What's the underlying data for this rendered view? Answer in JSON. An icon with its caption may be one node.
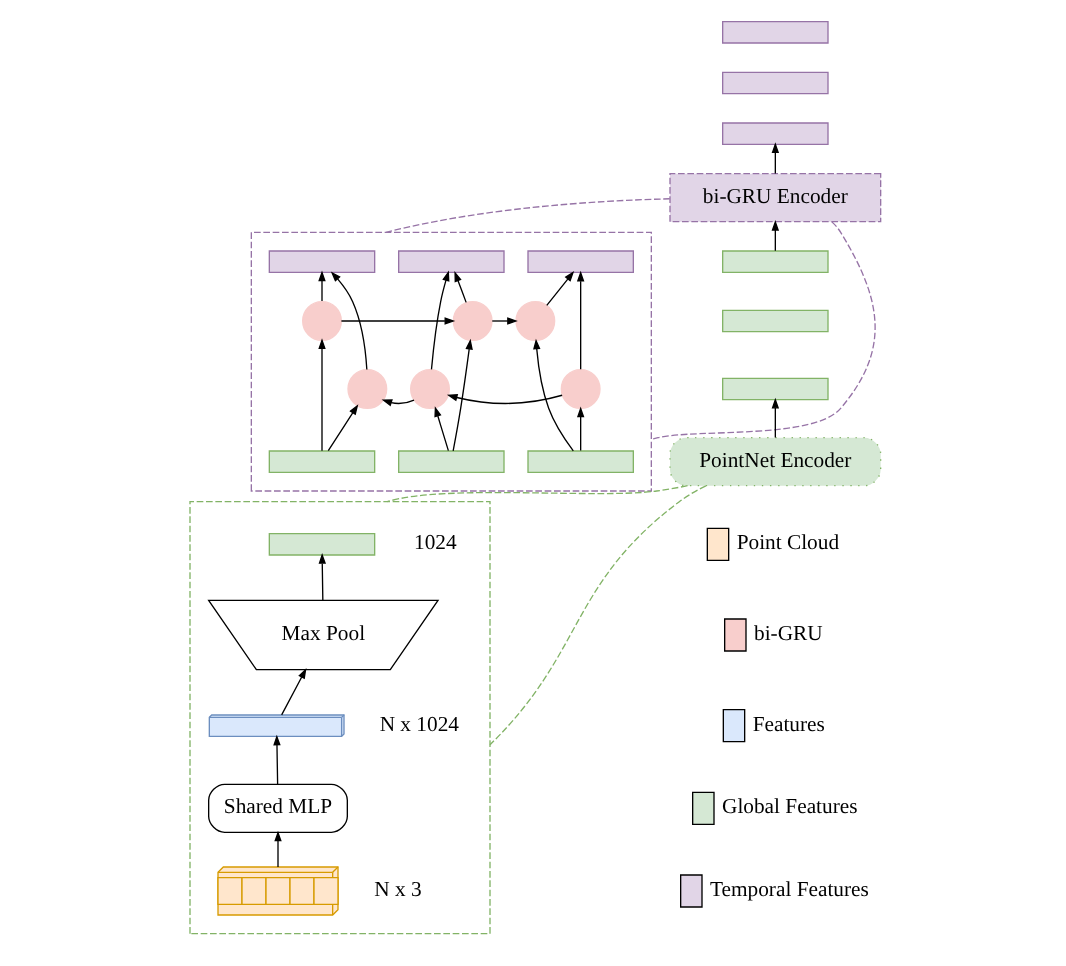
{
  "diagram": {
    "nodes": [
      {
        "text": [],
        "shape": "box"
      },
      {
        "text": [],
        "shape": "box"
      },
      {
        "text": [],
        "shape": "box"
      },
      {
        "text": [
          "bi-GRU Encoder"
        ]
      },
      {
        "text": [],
        "shape": "box"
      },
      {
        "text": [],
        "shape": "box"
      },
      {
        "text": [],
        "shape": "box"
      },
      {
        "text": [
          "PointNet Encoder"
        ]
      },
      {
        "text": [],
        "shape": "box"
      },
      {
        "text": [],
        "shape": "box",
        "in": 8
      },
      {
        "text": [],
        "shape": "box",
        "in": 8
      },
      {
        "text": [],
        "shape": "box",
        "in": 8
      },
      {
        "text": [],
        "shape": "circle",
        "in": 8
      },
      {
        "text": [],
        "shape": "circle",
        "in": 8
      },
      {
        "text": [],
        "shape": "circle",
        "in": 8
      },
      {
        "text": [],
        "shape": "circle",
        "in": 8
      },
      {
        "text": [],
        "shape": "circle",
        "in": 8
      },
      {
        "text": [],
        "shape": "circle",
        "in": 8
      },
      {
        "text": [],
        "shape": "box",
        "in": 8
      },
      {
        "text": [],
        "shape": "box",
        "in": 8
      },
      {
        "text": [],
        "shape": "box",
        "in": 8
      },
      {
        "text": [],
        "shape": "box"
      },
      {
        "text": [],
        "shape": "box",
        "in": 21,
        "beside": [
          "1024"
        ]
      },
      {
        "text": [
          "Max Pool"
        ],
        "in": 21
      },
      {
        "text": [],
        "shape": "box",
        "in": 21,
        "beside": [
          "N x 1024"
        ]
      },
      {
        "text": [
          "Shared MLP"
        ],
        "in": 21
      },
      {
        "text": [],
        "shape": "box",
        "in": 21,
        "beside": [
          "N x 3"
        ]
      }
    ],
    "edges": [
      {
        "from": 3,
        "to": 2,
        "arrow": "to"
      },
      {
        "from": 4,
        "to": 3,
        "arrow": "to"
      },
      {
        "from": 7,
        "to": 6,
        "arrow": "to"
      },
      {
        "from": 3,
        "to": 8,
        "arrow": "none",
        "style": "dashed",
        "color": "#9673a6"
      },
      {
        "from": 3,
        "to": 8,
        "arrow": "none",
        "style": "dashed",
        "color": "#9673a6"
      },
      {
        "from": 18,
        "to": 15,
        "arrow": "to"
      },
      {
        "from": 18,
        "to": 12,
        "arrow": "to"
      },
      {
        "from": 12,
        "to": 9,
        "arrow": "to"
      },
      {
        "from": 15,
        "to": 9,
        "arrow": "to"
      },
      {
        "from": 19,
        "to": 16,
        "arrow": "to"
      },
      {
        "from": 19,
        "to": 13,
        "arrow": "to"
      },
      {
        "from": 13,
        "to": 10,
        "arrow": "to"
      },
      {
        "from": 16,
        "to": 10,
        "arrow": "to"
      },
      {
        "from": 20,
        "to": 17,
        "arrow": "to"
      },
      {
        "from": 20,
        "to": 14,
        "arrow": "to"
      },
      {
        "from": 14,
        "to": 11,
        "arrow": "to"
      },
      {
        "from": 17,
        "to": 11,
        "arrow": "to"
      },
      {
        "from": 12,
        "to": 13,
        "arrow": "to"
      },
      {
        "from": 13,
        "to": 14,
        "arrow": "to"
      },
      {
        "from": 17,
        "to": 16,
        "arrow": "to"
      },
      {
        "from": 16,
        "to": 15,
        "arrow": "to"
      },
      {
        "from": 7,
        "to": 21,
        "arrow": "none",
        "style": "dashed",
        "color": "#82b366"
      },
      {
        "from": 7,
        "to": 21,
        "arrow": "none",
        "style": "dashed",
        "color": "#82b366"
      },
      {
        "from": 26,
        "to": 25,
        "arrow": "to"
      },
      {
        "from": 25,
        "to": 24,
        "arrow": "to"
      },
      {
        "from": 24,
        "to": 23,
        "arrow": "to"
      },
      {
        "from": 23,
        "to": 22,
        "arrow": "to"
      }
    ],
    "legend": [
      {
        "text": "Point Cloud",
        "color": "#ffe6cc"
      },
      {
        "text": "bi-GRU",
        "color": "#f8cecc"
      },
      {
        "text": "Features",
        "color": "#dae8fc"
      },
      {
        "text": "Global Features",
        "color": "#d5e8d4"
      },
      {
        "text": "Temporal Features",
        "color": "#e1d5e7"
      }
    ]
  }
}
